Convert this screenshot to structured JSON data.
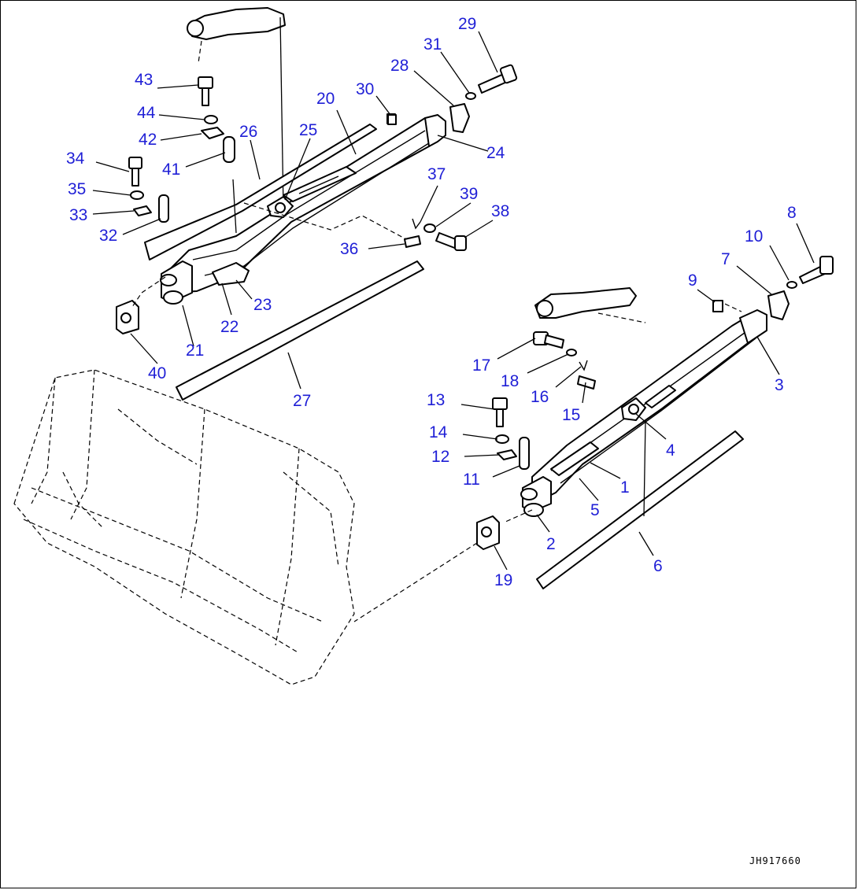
{
  "diagram": {
    "drawing_code": "JH917660",
    "callouts": [
      {
        "id": "c43",
        "text": "43"
      },
      {
        "id": "c44",
        "text": "44"
      },
      {
        "id": "c42",
        "text": "42"
      },
      {
        "id": "c41",
        "text": "41"
      },
      {
        "id": "c26",
        "text": "26"
      },
      {
        "id": "c34",
        "text": "34"
      },
      {
        "id": "c35",
        "text": "35"
      },
      {
        "id": "c33",
        "text": "33"
      },
      {
        "id": "c32",
        "text": "32"
      },
      {
        "id": "c20",
        "text": "20"
      },
      {
        "id": "c30",
        "text": "30"
      },
      {
        "id": "c25",
        "text": "25"
      },
      {
        "id": "c28",
        "text": "28"
      },
      {
        "id": "c31",
        "text": "31"
      },
      {
        "id": "c29",
        "text": "29"
      },
      {
        "id": "c24",
        "text": "24"
      },
      {
        "id": "c37",
        "text": "37"
      },
      {
        "id": "c39",
        "text": "39"
      },
      {
        "id": "c38",
        "text": "38"
      },
      {
        "id": "c36",
        "text": "36"
      },
      {
        "id": "c23",
        "text": "23"
      },
      {
        "id": "c22",
        "text": "22"
      },
      {
        "id": "c21",
        "text": "21"
      },
      {
        "id": "c40",
        "text": "40"
      },
      {
        "id": "c27",
        "text": "27"
      },
      {
        "id": "c8",
        "text": "8"
      },
      {
        "id": "c10",
        "text": "10"
      },
      {
        "id": "c7",
        "text": "7"
      },
      {
        "id": "c9",
        "text": "9"
      },
      {
        "id": "c3",
        "text": "3"
      },
      {
        "id": "c17",
        "text": "17"
      },
      {
        "id": "c18",
        "text": "18"
      },
      {
        "id": "c16",
        "text": "16"
      },
      {
        "id": "c15",
        "text": "15"
      },
      {
        "id": "c13",
        "text": "13"
      },
      {
        "id": "c14",
        "text": "14"
      },
      {
        "id": "c12",
        "text": "12"
      },
      {
        "id": "c11",
        "text": "11"
      },
      {
        "id": "c4",
        "text": "4"
      },
      {
        "id": "c1",
        "text": "1"
      },
      {
        "id": "c5",
        "text": "5"
      },
      {
        "id": "c2",
        "text": "2"
      },
      {
        "id": "c6",
        "text": "6"
      },
      {
        "id": "c19",
        "text": "19"
      }
    ]
  }
}
